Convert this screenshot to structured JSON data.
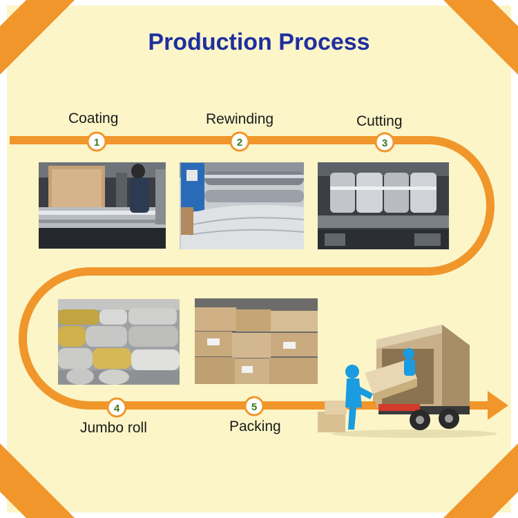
{
  "title": "Production Process",
  "colors": {
    "background": "#fbf5c8",
    "path": "#f0962a",
    "title": "#1f2fa0",
    "corner": "#f0962a"
  },
  "steps": [
    {
      "number": "1",
      "label": "Coating",
      "photo": "coating-machine-photo"
    },
    {
      "number": "2",
      "label": "Rewinding",
      "photo": "rewinding-machine-photo"
    },
    {
      "number": "3",
      "label": "Cutting",
      "photo": "cutting-rolls-photo"
    },
    {
      "number": "4",
      "label": "Jumbo roll",
      "photo": "jumbo-rolls-photo"
    },
    {
      "number": "5",
      "label": "Packing",
      "photo": "packed-boxes-photo"
    }
  ],
  "illustration": "delivery-truck-loading"
}
